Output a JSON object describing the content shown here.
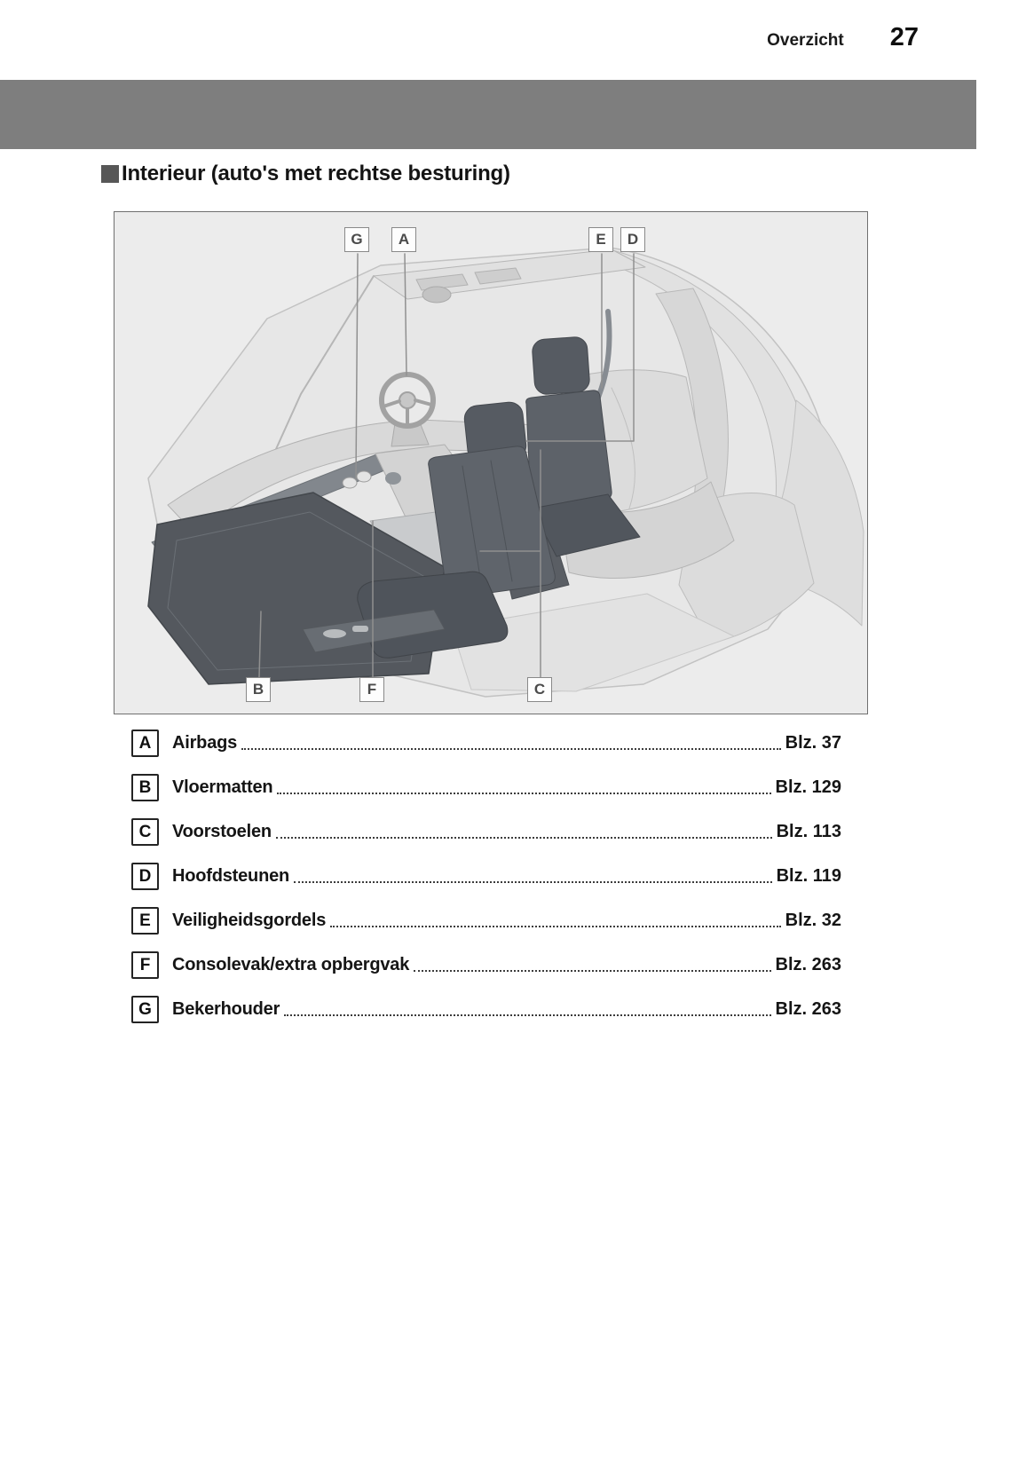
{
  "header": {
    "section": "Overzicht",
    "page_number": "27"
  },
  "content": {
    "section_title": "Interieur (auto's met rechtse besturing)"
  },
  "diagram": {
    "callouts": [
      "G",
      "A",
      "E",
      "D",
      "B",
      "F",
      "C"
    ]
  },
  "legend": {
    "items": [
      {
        "key": "A",
        "label": "Airbags",
        "page": "Blz. 37"
      },
      {
        "key": "B",
        "label": "Vloermatten",
        "page": "Blz. 129"
      },
      {
        "key": "C",
        "label": "Voorstoelen",
        "page": "Blz. 113"
      },
      {
        "key": "D",
        "label": "Hoofdsteunen",
        "page": "Blz. 119"
      },
      {
        "key": "E",
        "label": "Veiligheidsgordels",
        "page": "Blz. 32"
      },
      {
        "key": "F",
        "label": "Consolevak/extra opbergvak",
        "page": "Blz. 263"
      },
      {
        "key": "G",
        "label": "Bekerhouder",
        "page": "Blz. 263"
      }
    ]
  }
}
